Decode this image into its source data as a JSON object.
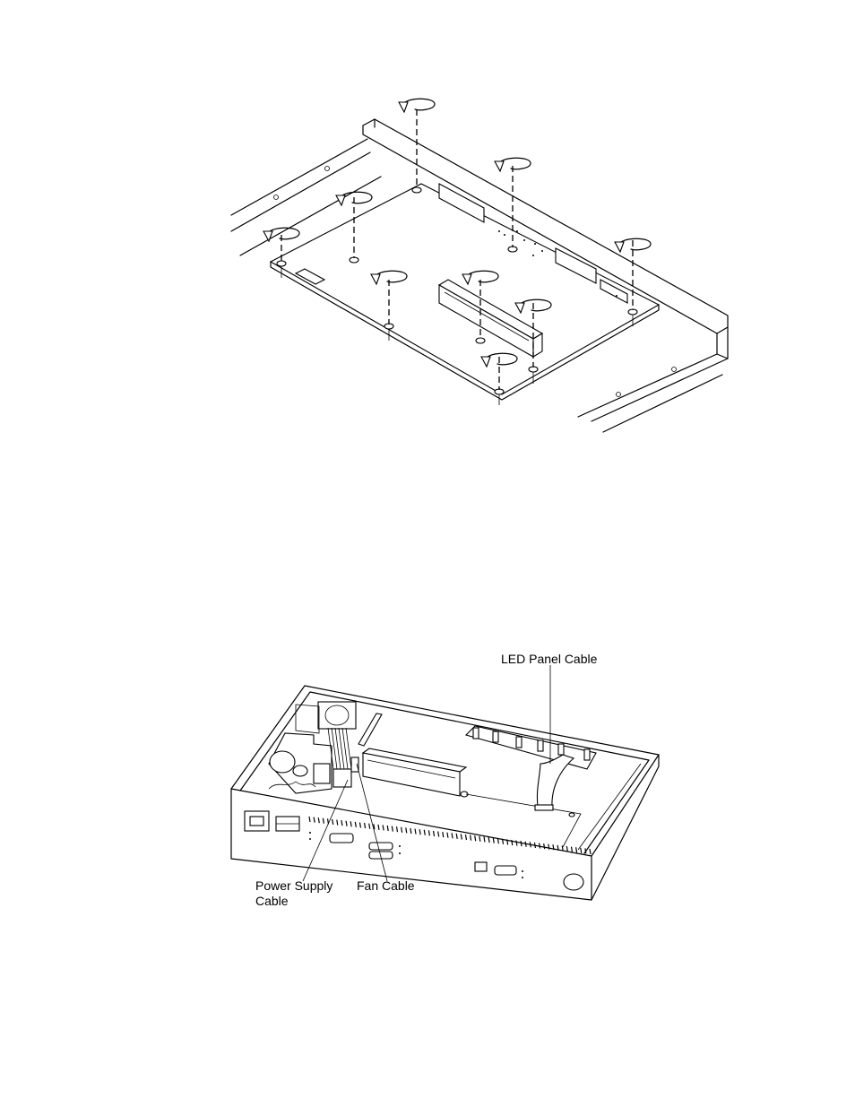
{
  "figures": [
    {
      "id": "board-removal",
      "labels": []
    },
    {
      "id": "cable-locations",
      "labels": {
        "led_panel_cable": "LED Panel Cable",
        "power_supply_cable_line1": "Power Supply",
        "power_supply_cable_line2": "Cable",
        "fan_cable": "Fan Cable"
      }
    }
  ]
}
